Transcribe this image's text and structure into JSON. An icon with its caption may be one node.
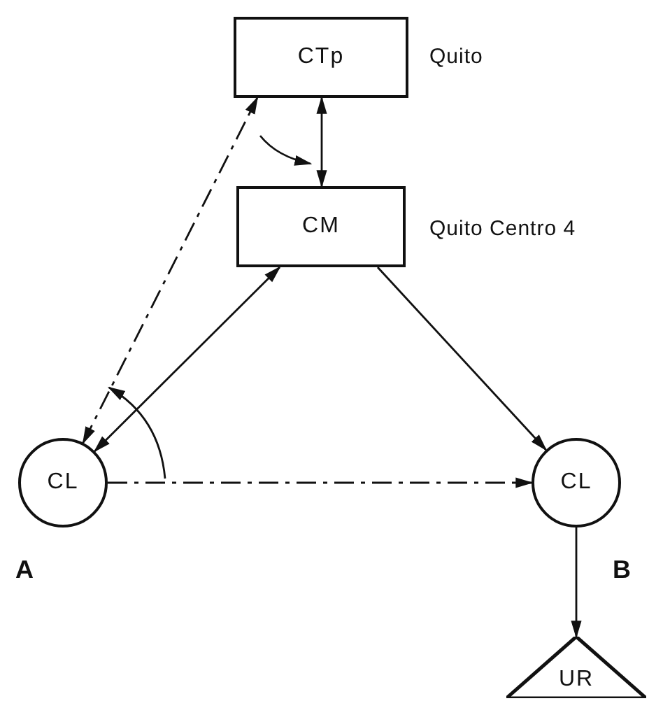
{
  "diagram": {
    "nodes": [
      {
        "text": [
          "CTp"
        ],
        "beside": [
          "Quito"
        ]
      },
      {
        "text": [
          "CM"
        ],
        "beside": [
          "Quito Centro 4"
        ]
      },
      {
        "text": [
          "CL"
        ],
        "beside": [
          "A"
        ]
      },
      {
        "text": [
          "CL"
        ],
        "beside": [
          "B"
        ]
      },
      {
        "text": [
          "UR"
        ]
      }
    ],
    "edges": [
      {
        "from": 0,
        "to": 1,
        "arrow": "both"
      },
      {
        "from": 2,
        "to": 0,
        "arrow": "both",
        "style": "dashed"
      },
      {
        "from": 2,
        "to": 1,
        "arrow": "both"
      },
      {
        "from": 1,
        "to": 3,
        "arrow": "to"
      },
      {
        "from": 2,
        "to": 3,
        "arrow": "to",
        "style": "dashed"
      },
      {
        "from": 3,
        "to": 4,
        "arrow": "to"
      }
    ]
  }
}
